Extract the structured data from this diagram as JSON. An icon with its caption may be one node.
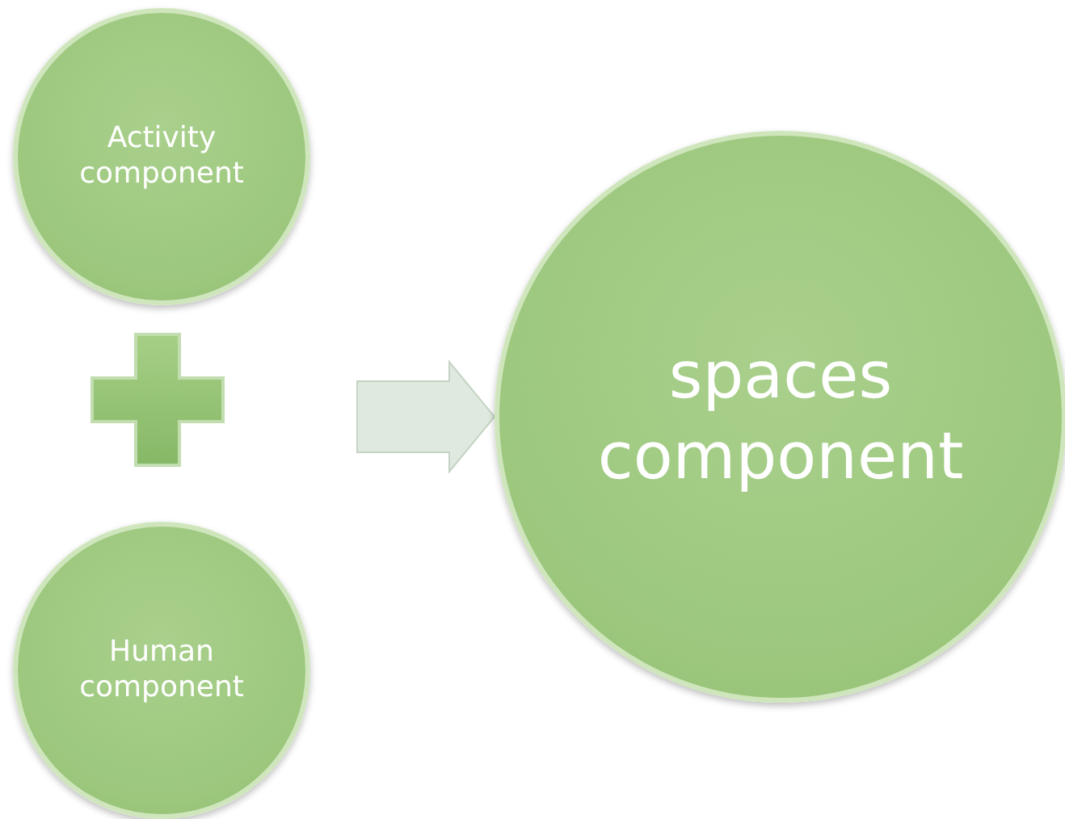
{
  "diagram": {
    "nodes": [
      {
        "text": [
          "Activity component"
        ]
      },
      {
        "text": [
          "Human component"
        ]
      },
      {
        "text": [
          "spaces component"
        ]
      }
    ],
    "edges": [
      {
        "from": null,
        "to": 2,
        "arrow": "to"
      }
    ]
  }
}
